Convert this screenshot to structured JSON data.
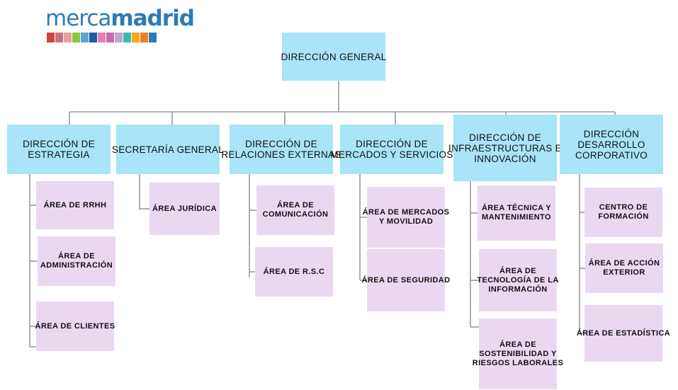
{
  "logo": {
    "text_part1": "merca",
    "text_part2": "madrid",
    "stripe_colors": [
      "#d0443e",
      "#c9727a",
      "#e3a4a0",
      "#8dc63f",
      "#58a5d6",
      "#1f5aa6",
      "#e97fb1",
      "#c86aa8",
      "#bfa4cf",
      "#3db8b0",
      "#f7a61c",
      "#f07c22",
      "#2b7bb9"
    ]
  },
  "colors": {
    "director_box": "#a9e4f8",
    "area_box": "#ead8f1",
    "connector_line": "#9a9a9a",
    "logo_text": "#2b7bb9"
  },
  "root": {
    "label": "DIRECCIÓN GENERAL"
  },
  "departments": [
    {
      "lines": [
        "DIRECCIÓN DE",
        "ESTRATEGIA"
      ],
      "areas": [
        {
          "lines": [
            "ÁREA DE RRHH"
          ]
        },
        {
          "lines": [
            "ÁREA DE",
            "ADMINISTRACIÓN"
          ]
        },
        {
          "lines": [
            "ÁREA DE CLIENTES"
          ]
        }
      ]
    },
    {
      "lines": [
        "SECRETARÍA GENERAL"
      ],
      "areas": [
        {
          "lines": [
            "ÁREA JURÍDICA"
          ]
        }
      ]
    },
    {
      "lines": [
        "DIRECCIÓN DE",
        "RELACIONES EXTERNAS"
      ],
      "areas": [
        {
          "lines": [
            "ÁREA DE",
            "COMUNICACIÓN"
          ]
        },
        {
          "lines": [
            "ÁREA DE R.S.C"
          ]
        }
      ]
    },
    {
      "lines": [
        "DIRECCIÓN DE",
        "MERCADOS Y SERVICIOS"
      ],
      "areas": [
        {
          "lines": [
            "ÁREA DE MERCADOS",
            "Y MOVILIDAD"
          ]
        },
        {
          "lines": [
            "ÁREA DE SEGURIDAD"
          ]
        }
      ]
    },
    {
      "lines": [
        "DIRECCIÓN DE",
        "INFRAESTRUCTURAS E",
        "INNOVACIÓN"
      ],
      "areas": [
        {
          "lines": [
            "ÁREA TÉCNICA Y",
            "MANTENIMIENTO"
          ]
        },
        {
          "lines": [
            "ÁREA DE",
            "TECNOLOGÍA DE LA",
            "INFORMACIÓN"
          ]
        },
        {
          "lines": [
            "ÁREA DE",
            "SOSTENIBILIDAD Y",
            "RIESGOS LABORALES"
          ]
        }
      ]
    },
    {
      "lines": [
        "DIRECCIÓN",
        "DESARROLLO",
        "CORPORATIVO"
      ],
      "areas": [
        {
          "lines": [
            "CENTRO DE",
            "FORMACIÓN"
          ]
        },
        {
          "lines": [
            "ÁREA DE ACCIÓN",
            "EXTERIOR"
          ]
        },
        {
          "lines": [
            "ÁREA DE ESTADÍSTICA"
          ]
        }
      ]
    }
  ]
}
